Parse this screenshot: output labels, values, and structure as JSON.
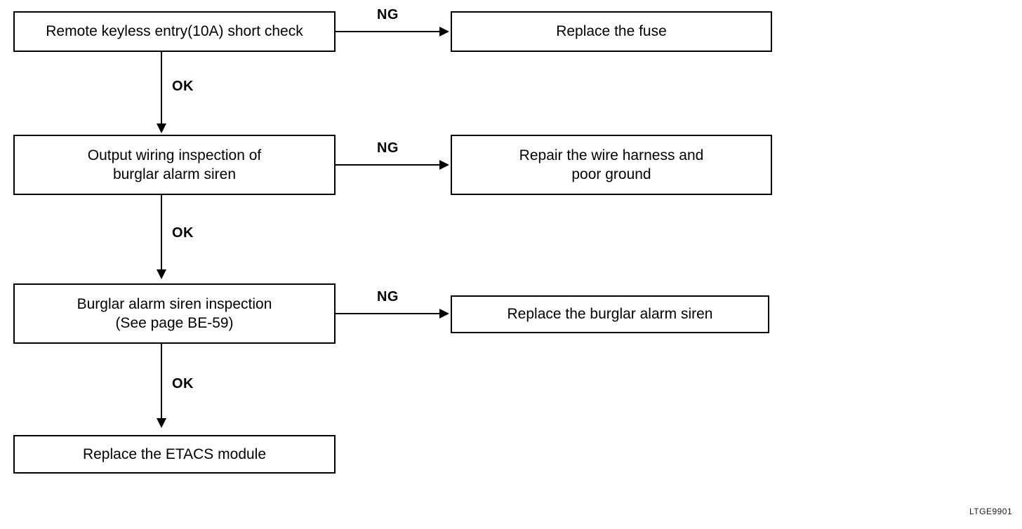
{
  "figure": {
    "id_label": "LTGE9901",
    "background_color": "#ffffff",
    "line_color": "#000000"
  },
  "flowchart": {
    "type": "troubleshooting-flowchart",
    "nodes": [
      {
        "key": "check_fuse",
        "label": "Remote keyless entry(10A) short check",
        "column": "left",
        "row": 1
      },
      {
        "key": "replace_fuse",
        "label": "Replace the fuse",
        "column": "right",
        "row": 1
      },
      {
        "key": "output_wiring",
        "label": "Output wiring inspection of\nburglar alarm siren",
        "column": "left",
        "row": 2
      },
      {
        "key": "repair_harness",
        "label": "Repair the wire harness and\npoor ground",
        "column": "right",
        "row": 2
      },
      {
        "key": "siren_inspection",
        "label": "Burglar alarm siren inspection\n(See page BE-59)",
        "column": "left",
        "row": 3
      },
      {
        "key": "replace_siren",
        "label": "Replace the burglar alarm siren",
        "column": "right",
        "row": 3
      },
      {
        "key": "replace_etacs",
        "label": "Replace the ETACS module",
        "column": "left",
        "row": 4
      }
    ],
    "edges": [
      {
        "key": "e1_ng",
        "label": "NG",
        "from": "check_fuse",
        "to": "replace_fuse",
        "direction": "right"
      },
      {
        "key": "e1_ok",
        "label": "OK",
        "from": "check_fuse",
        "to": "output_wiring",
        "direction": "down"
      },
      {
        "key": "e2_ng",
        "label": "NG",
        "from": "output_wiring",
        "to": "repair_harness",
        "direction": "right"
      },
      {
        "key": "e2_ok",
        "label": "OK",
        "from": "output_wiring",
        "to": "siren_inspection",
        "direction": "down"
      },
      {
        "key": "e3_ng",
        "label": "NG",
        "from": "siren_inspection",
        "to": "replace_siren",
        "direction": "right"
      },
      {
        "key": "e3_ok",
        "label": "OK",
        "from": "siren_inspection",
        "to": "replace_etacs",
        "direction": "down"
      }
    ]
  }
}
